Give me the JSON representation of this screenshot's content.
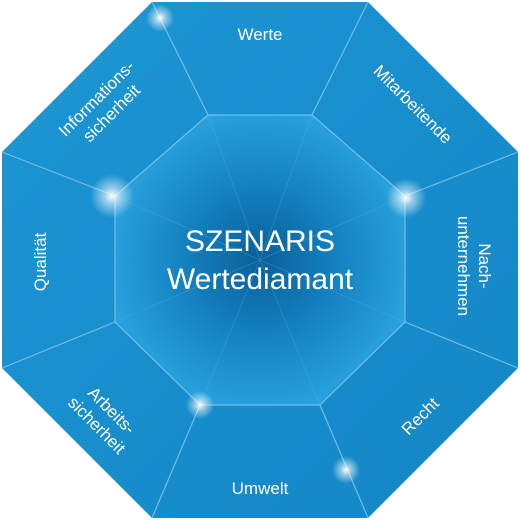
{
  "center": {
    "line1": "SZENARIS",
    "line2": "Wertediamant"
  },
  "segments": {
    "top": {
      "label": "Werte"
    },
    "top_right": {
      "label": "Mitarbeitende"
    },
    "right": {
      "line1": "Nach-",
      "line2": "unternehmen"
    },
    "bottom_right": {
      "label": "Recht"
    },
    "bottom": {
      "label": "Umwelt"
    },
    "bottom_left": {
      "line1": "Arbeits-",
      "line2": "sicherheit"
    },
    "left": {
      "label": "Qualität"
    },
    "top_left": {
      "line1": "Informations-",
      "line2": "sicherheit"
    }
  },
  "colors": {
    "outer": "#1b92d0",
    "inner_light": "#2aa6e0",
    "inner_dark": "#0c6fae",
    "lines": "#7fc3ea",
    "text": "#ffffff"
  }
}
